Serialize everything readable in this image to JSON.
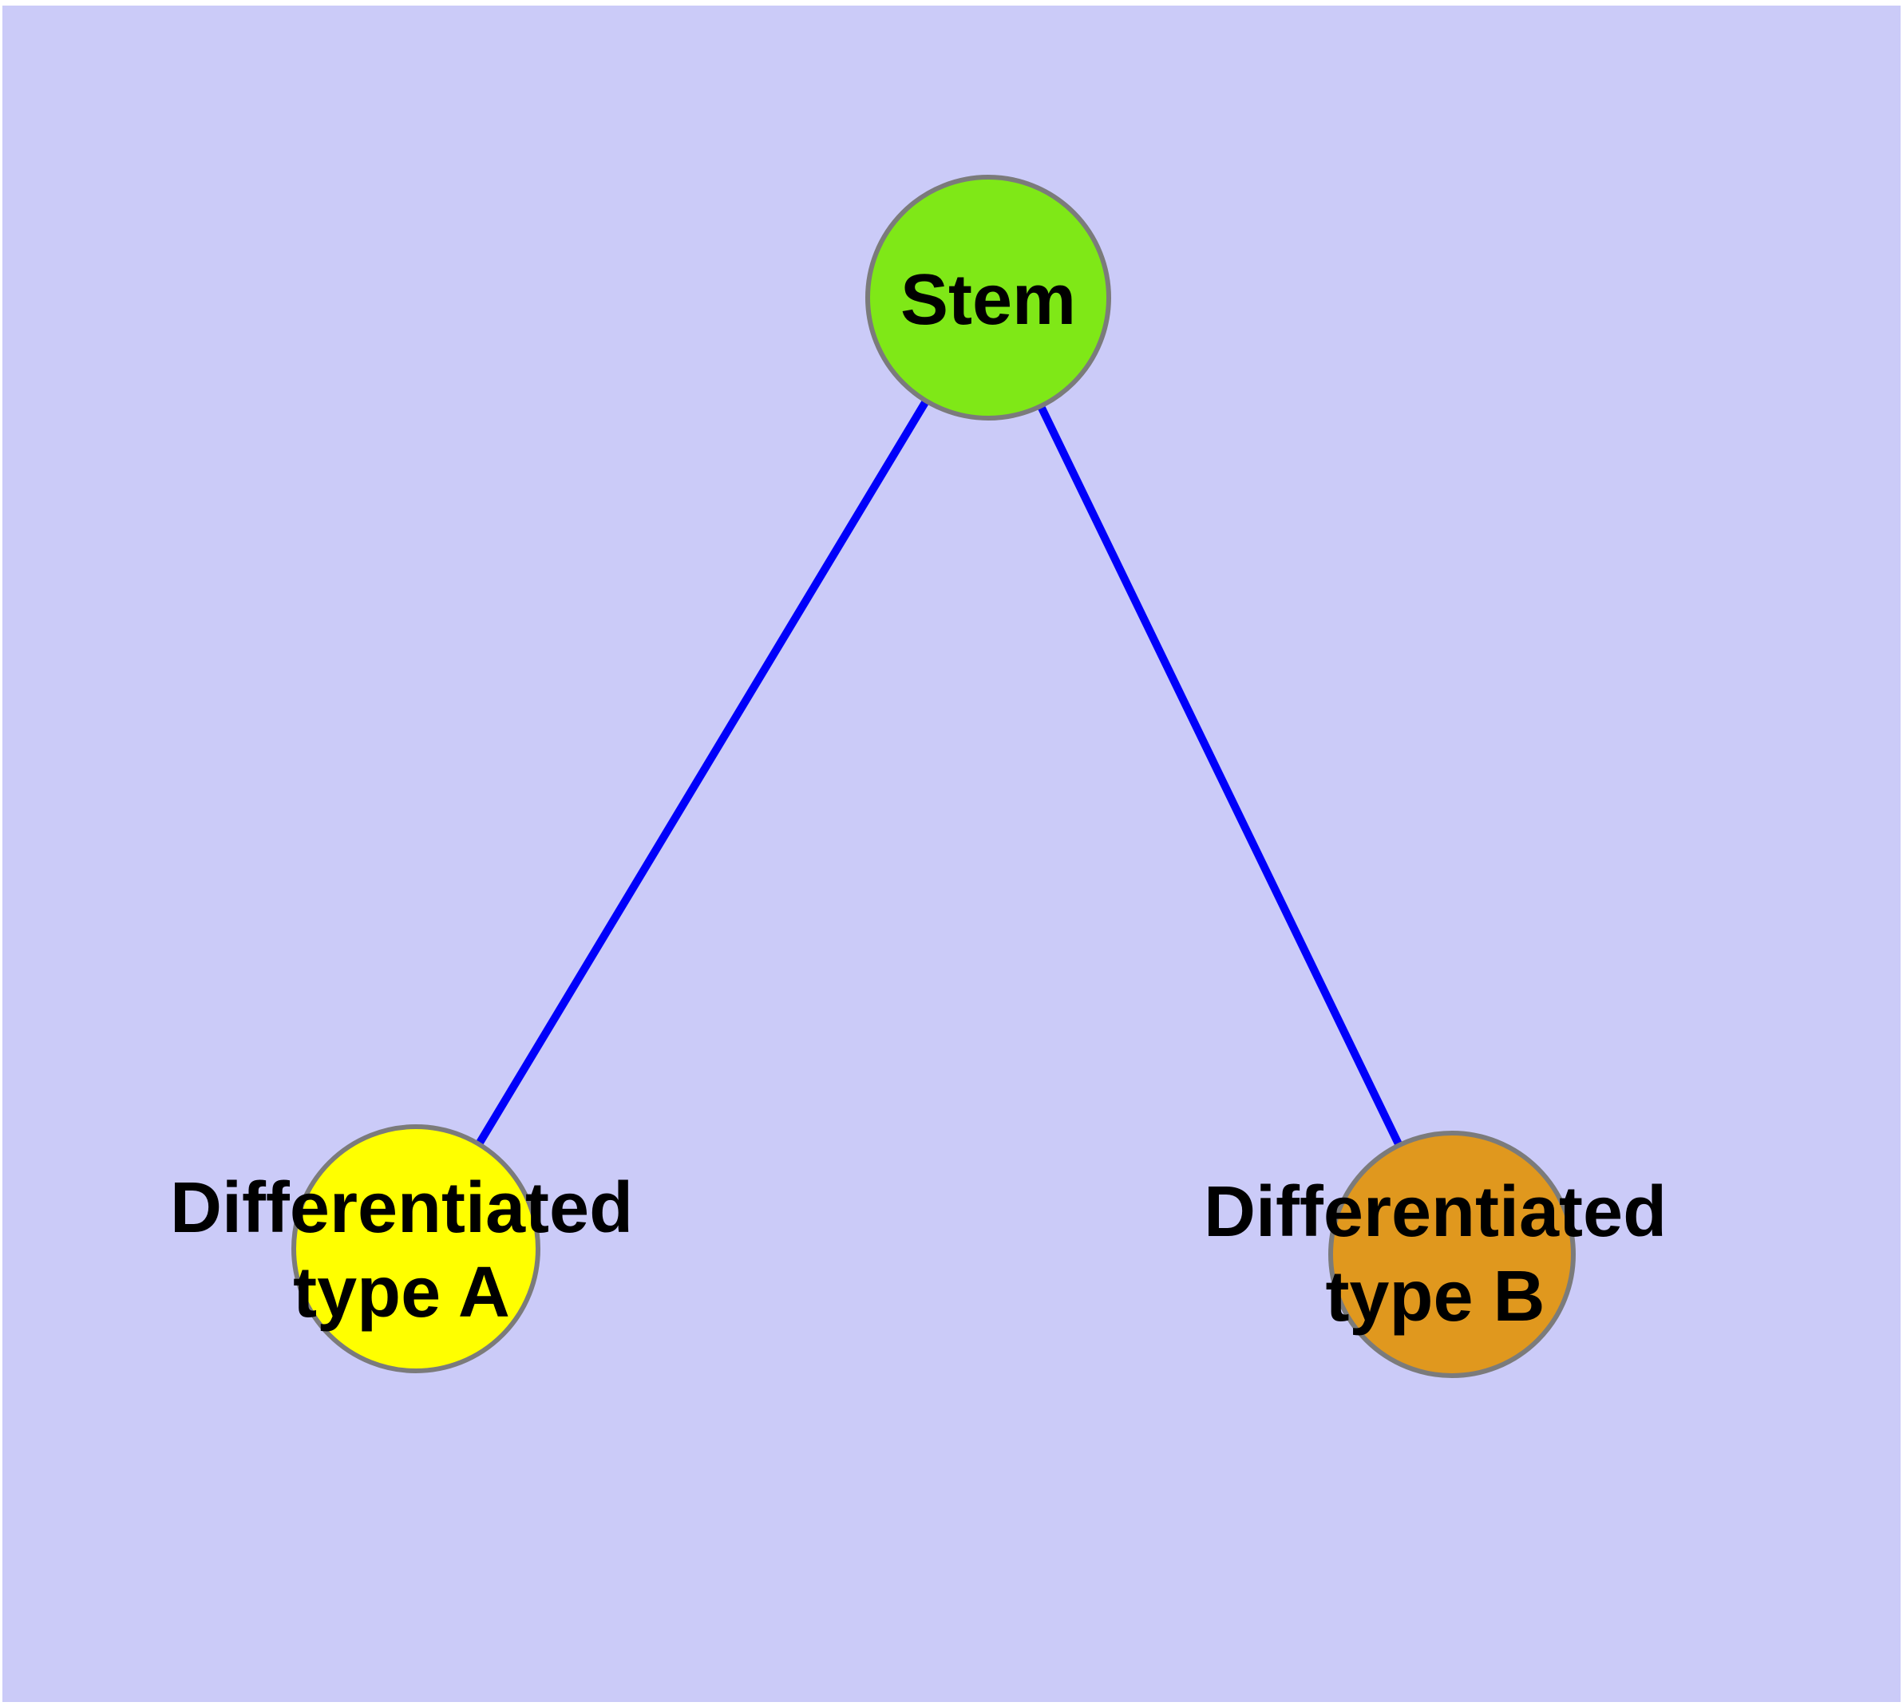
{
  "canvas": {
    "outer_margin_color": "#FFFFFF",
    "background_color": "#CBCBF8",
    "node_border_color": "#7B7B7B",
    "edge_color": "#0000FA",
    "label_color": "#000000"
  },
  "nodes": {
    "stem": {
      "label": "Stem",
      "fill": "#7FE817"
    },
    "diff_a": {
      "label_line1": "Differentiated",
      "label_line2": "type A",
      "fill": "#FFFF00"
    },
    "diff_b": {
      "label_line1": "Differentiated",
      "label_line2": "type B",
      "fill": "#E0981E"
    }
  },
  "edges": [
    {
      "from": "Stem",
      "to": "Differentiated type A"
    },
    {
      "from": "Stem",
      "to": "Differentiated type B"
    }
  ]
}
